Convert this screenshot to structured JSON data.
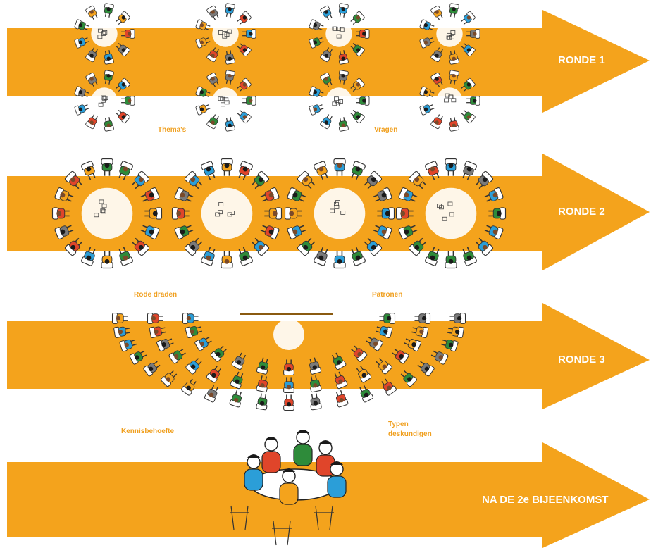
{
  "colors": {
    "arrow": "#f4a31c",
    "caption": "#f0a020",
    "label": "#ffffff",
    "people": [
      "#2e8b3a",
      "#e0452a",
      "#2b9ed8",
      "#7a7a7a",
      "#f4a31c",
      "#1a1a1a"
    ]
  },
  "rounds": [
    {
      "label": "RONDE 1"
    },
    {
      "label": "RONDE 2"
    },
    {
      "label": "RONDE 3"
    },
    {
      "label": "NA DE 2e BIJEENKOMST"
    }
  ],
  "captions": {
    "themas": "Thema's",
    "vragen": "Vragen",
    "rode_draden": "Rode draden",
    "patronen": "Patronen",
    "kennisbehoefte": "Kennisbehoefte",
    "typen_line1": "Typen",
    "typen_line2": "deskundigen"
  },
  "illustrations": {
    "round1_tables": 8,
    "round2_tables": 4,
    "round3_groups": 1,
    "final_group": 1
  }
}
